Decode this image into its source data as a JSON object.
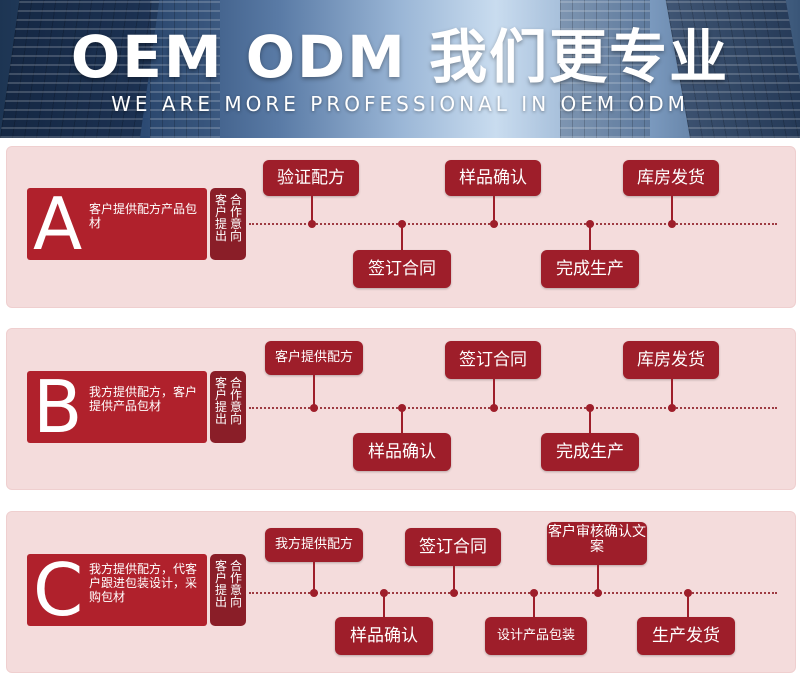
{
  "banner": {
    "title": "OEM  ODM 我们更专业",
    "subtitle": "WE ARE MORE PROFESSIONAL IN OEM ODM"
  },
  "colors": {
    "primary": "#9e1e2a",
    "panel": "#f4dcdc",
    "label": "#b0212c"
  },
  "sections": [
    {
      "letter": "A",
      "description": "客户提供配方产品包材",
      "intent_col1": "客户提出",
      "intent_col2": "合作意向",
      "steps_top": [
        "验证配方",
        "样品确认",
        "库房发货"
      ],
      "steps_bottom": [
        "签订合同",
        "完成生产"
      ]
    },
    {
      "letter": "B",
      "description": "我方提供配方，客户提供产品包材",
      "intent_col1": "客户提出",
      "intent_col2": "合作意向",
      "steps_top": [
        "客户提供配方",
        "签订合同",
        "库房发货"
      ],
      "steps_bottom": [
        "样品确认",
        "完成生产"
      ]
    },
    {
      "letter": "C",
      "description": "我方提供配方，代客户跟进包装设计，采购包材",
      "intent_col1": "客户提出",
      "intent_col2": "合作意向",
      "steps_top": [
        "我方提供配方",
        "签订合同",
        "客户审核确认文案"
      ],
      "steps_bottom": [
        "样品确认",
        "设计产品包装",
        "生产发货"
      ]
    }
  ]
}
